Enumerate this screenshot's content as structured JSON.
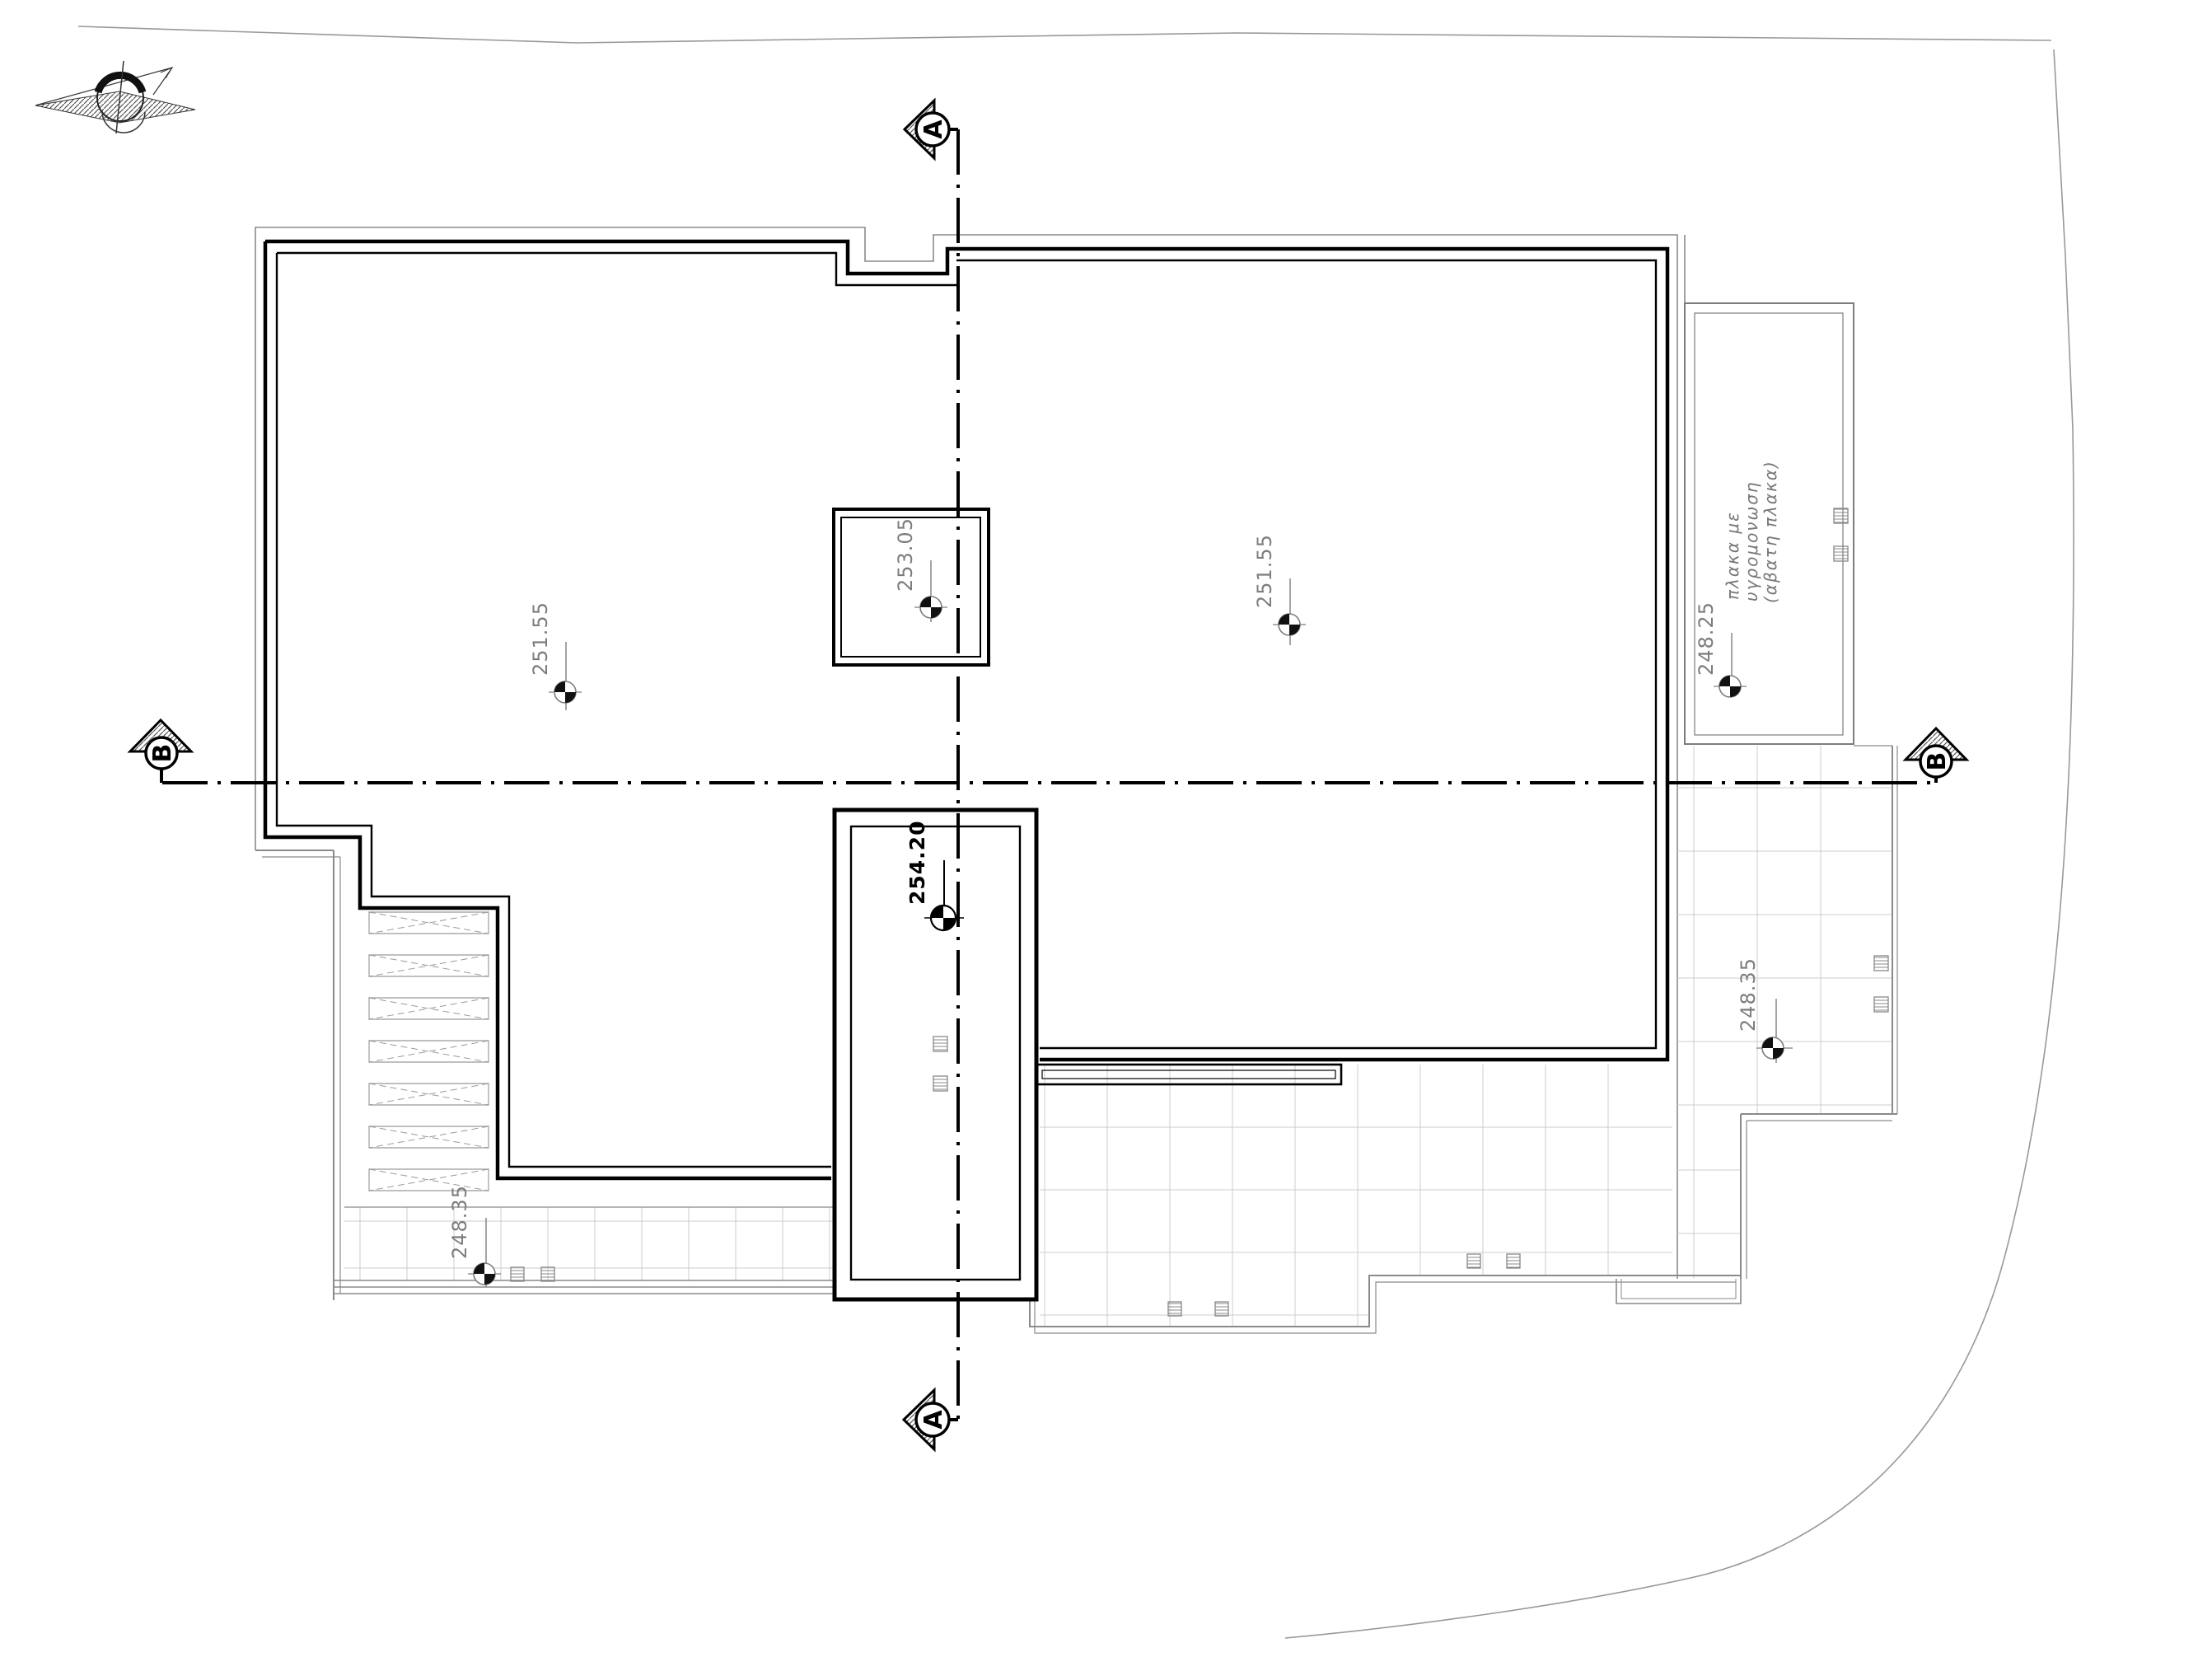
{
  "page": {
    "background": "#ffffff",
    "kind": "architectural roof plan"
  },
  "colors": {
    "outline_black": "#000000",
    "thin_gray": "#8a8a8a",
    "grid_gray": "#cccccc",
    "label_gray": "#7d7d7d",
    "boundary_gray": "#999999"
  },
  "section_markers": {
    "a_top": "A",
    "a_bottom": "A",
    "b_left": "B",
    "b_right": "B"
  },
  "levels": {
    "tower": "254.20",
    "skylight": "253.05",
    "roof_left": "251.55",
    "roof_right": "251.55",
    "annex": "248.25",
    "terrace_left": "248.35",
    "terrace_right": "248.35"
  },
  "annex_note": {
    "line1": "πλακα  με",
    "line2": "υγρομονωση",
    "line3": "(αβατη  πλακα)"
  }
}
